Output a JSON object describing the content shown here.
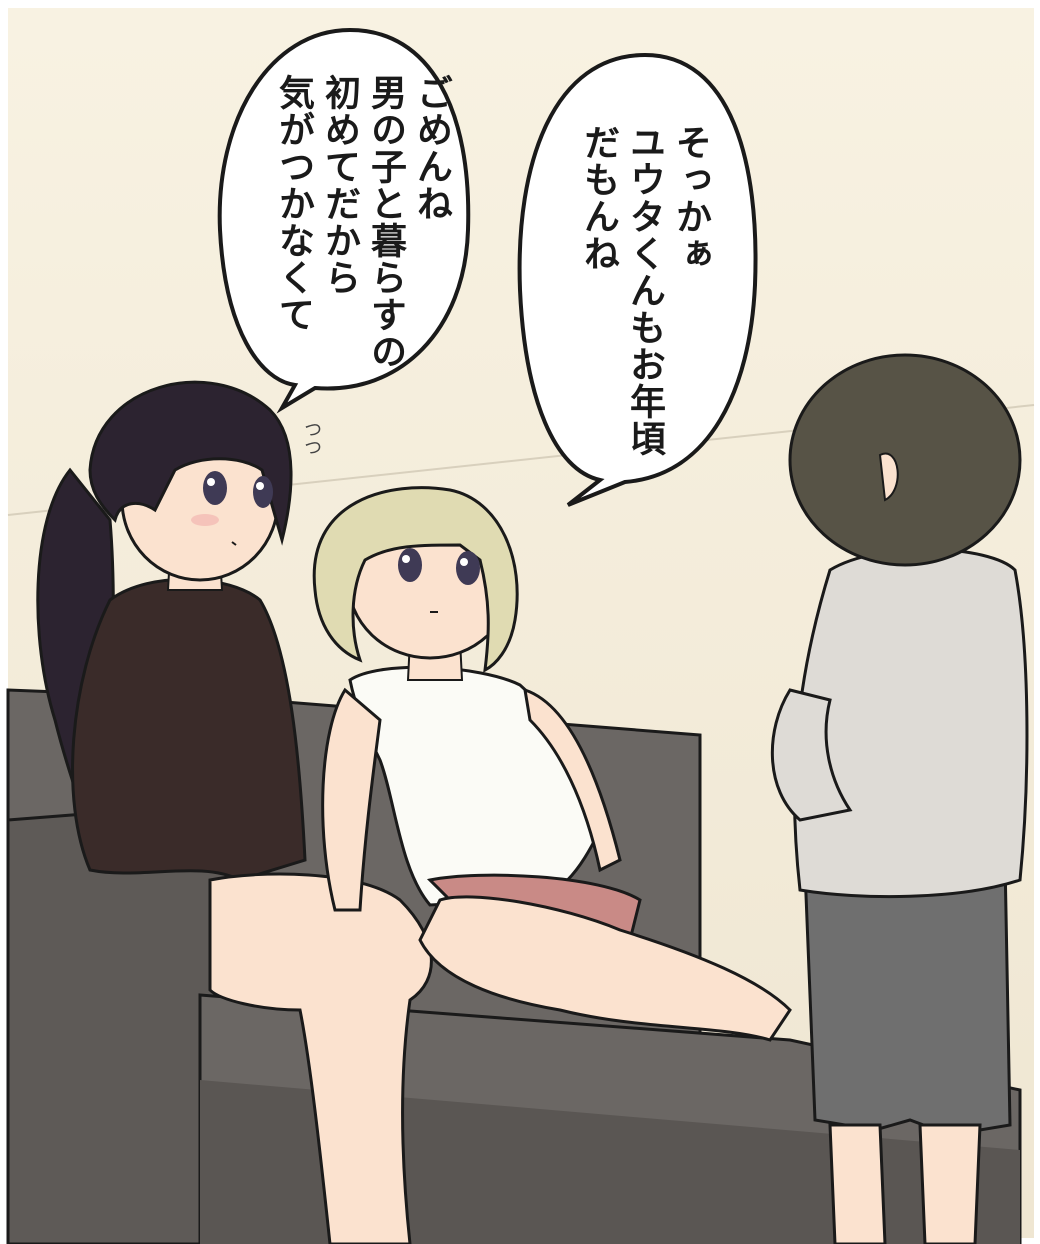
{
  "bubbles": {
    "left": {
      "lines": [
        "ごめんね",
        "男の子と暮らすの",
        "初めてだから",
        "気がつかなくて"
      ]
    },
    "right": {
      "lines": [
        "そっかぁ",
        "ユウタくんもお年頃",
        "だもんね"
      ]
    }
  },
  "sfx": {
    "sweat": "つつ"
  },
  "colors": {
    "wall": "#f5eddc",
    "sofa": "#6b6764",
    "sofa_dark": "#55524f",
    "skin": "#fbe2cf",
    "black_hair": "#2c2330",
    "blonde_hair": "#e0dbb2",
    "boy_hair": "#575346",
    "sweater": "#3a2b29",
    "tanktop": "#fbfbf6",
    "shorts_pink": "#c98a86",
    "hoodie": "#dedbd6",
    "boy_shorts": "#6f6f6f",
    "outline": "#1a1a1a"
  }
}
